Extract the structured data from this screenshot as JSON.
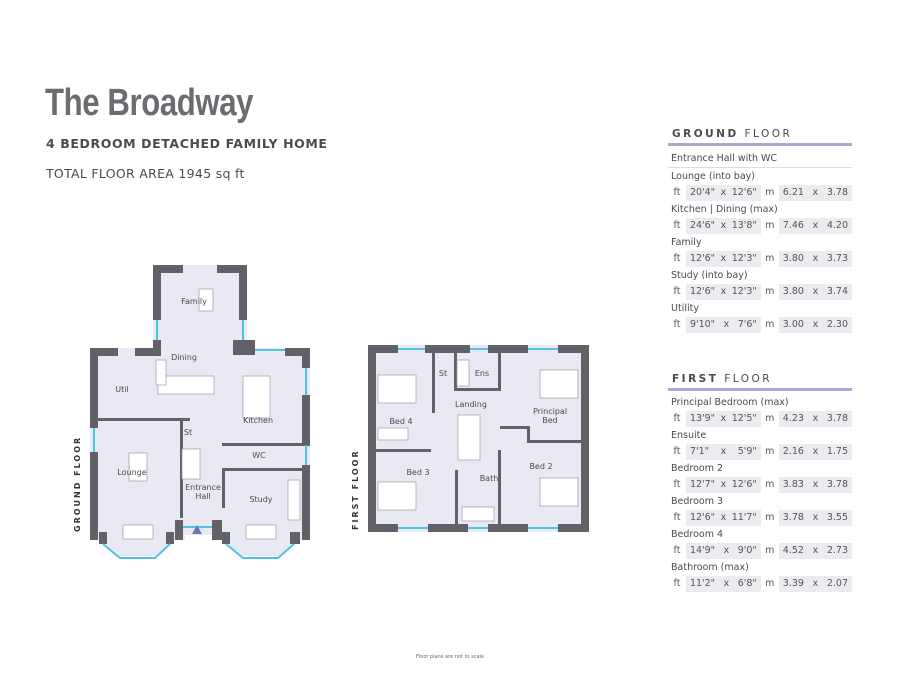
{
  "header": {
    "title": "The Broadway",
    "subtitle": "4 BEDROOM DETACHED FAMILY HOME",
    "total_area": "TOTAL FLOOR AREA 1945 sq ft"
  },
  "plans": {
    "ground_floor_label": "GROUND FLOOR",
    "first_floor_label": "FIRST FLOOR",
    "ground_rooms": {
      "family": "Family",
      "dining": "Dining",
      "util": "Util",
      "kitchen": "Kitchen",
      "st": "St",
      "wc": "WC",
      "lounge": "Lounge",
      "entrance": "Entrance",
      "hall": "Hall",
      "study": "Study"
    },
    "first_rooms": {
      "st": "St",
      "ens": "Ens",
      "landing": "Landing",
      "bed4": "Bed 4",
      "principal": "Principal",
      "bed": "Bed",
      "bed3": "Bed 3",
      "bath": "Bath",
      "bed2": "Bed 2"
    }
  },
  "spec": {
    "ground": {
      "heading_bold": "GROUND",
      "heading_rest": " FLOOR",
      "note_room": "Entrance Hall with WC",
      "rooms": [
        {
          "name": "Lounge (into bay)",
          "ft_a": "20'4\"",
          "ft_b": "12'6\"",
          "m_a": "6.21",
          "m_b": "3.78"
        },
        {
          "name": "Kitchen | Dining (max)",
          "ft_a": "24'6\"",
          "ft_b": "13'8\"",
          "m_a": "7.46",
          "m_b": "4.20"
        },
        {
          "name": "Family",
          "ft_a": "12'6\"",
          "ft_b": "12'3\"",
          "m_a": "3.80",
          "m_b": "3.73"
        },
        {
          "name": "Study (into bay)",
          "ft_a": "12'6\"",
          "ft_b": "12'3\"",
          "m_a": "3.80",
          "m_b": "3.74"
        },
        {
          "name": "Utility",
          "ft_a": "9'10\"",
          "ft_b": "7'6\"",
          "m_a": "3.00",
          "m_b": "2.30"
        }
      ]
    },
    "first": {
      "heading_bold": "FIRST",
      "heading_rest": " FLOOR",
      "rooms": [
        {
          "name": "Principal Bedroom (max)",
          "ft_a": "13'9\"",
          "ft_b": "12'5\"",
          "m_a": "4.23",
          "m_b": "3.78"
        },
        {
          "name": "Ensuite",
          "ft_a": "7'1\"",
          "ft_b": "5'9\"",
          "m_a": "2.16",
          "m_b": "1.75"
        },
        {
          "name": "Bedroom 2",
          "ft_a": "12'7\"",
          "ft_b": "12'6\"",
          "m_a": "3.83",
          "m_b": "3.78"
        },
        {
          "name": "Bedroom 3",
          "ft_a": "12'6\"",
          "ft_b": "11'7\"",
          "m_a": "3.78",
          "m_b": "3.55"
        },
        {
          "name": "Bedroom 4",
          "ft_a": "14'9\"",
          "ft_b": "9'0\"",
          "m_a": "4.52",
          "m_b": "2.73"
        },
        {
          "name": "Bathroom (max)",
          "ft_a": "11'2\"",
          "ft_b": "6'8\"",
          "m_a": "3.39",
          "m_b": "2.07"
        }
      ],
      "unit_ft": "ft",
      "unit_m": "m",
      "times": "x"
    }
  },
  "footer": {
    "note": "Floor plans are not to scale"
  },
  "colors": {
    "wall": "#616168",
    "floor": "#e9e9f4",
    "window": "#4fc3e3",
    "accent": "#a9a9d3",
    "entrance_marker": "#7073b8"
  }
}
